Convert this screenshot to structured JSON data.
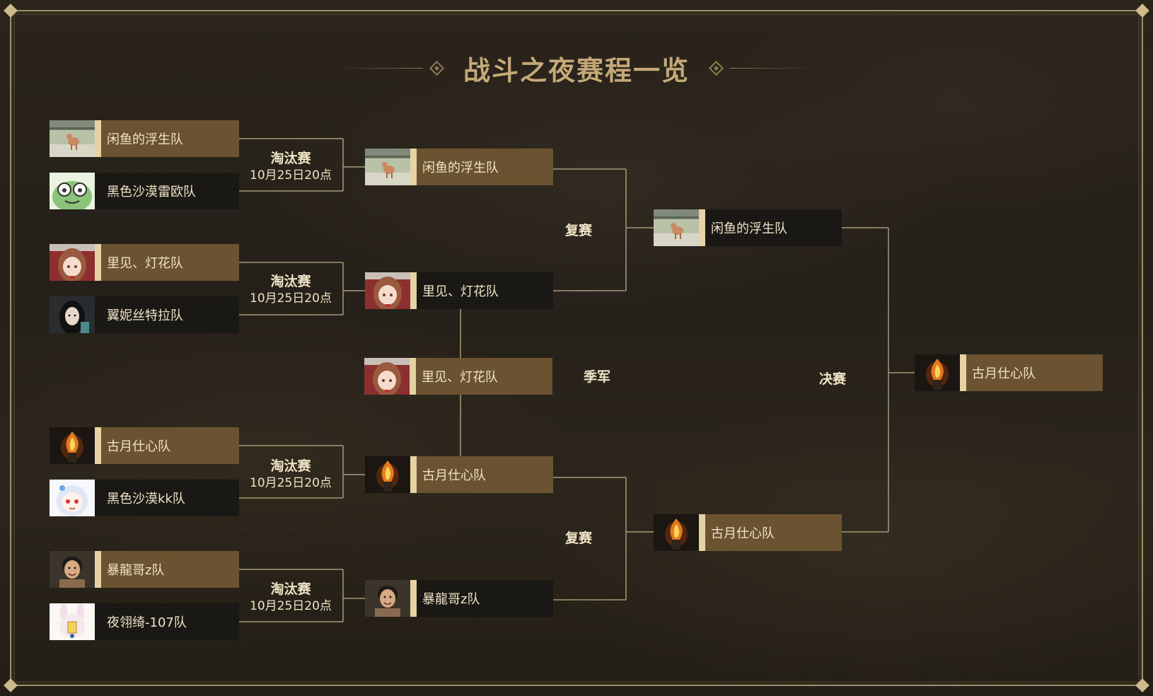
{
  "title": "战斗之夜赛程一览",
  "colors": {
    "card_gold": "#6b5230",
    "card_dark": "#191714",
    "accent_bar": "#e6d3a3",
    "line": "#a89a78",
    "title": "#c4a877"
  },
  "round1": [
    {
      "stage_label": "淘汰赛",
      "time": "10月25日20点",
      "top": {
        "name": "闲鱼的浮生队",
        "avatar": "dog-photo-avatar"
      },
      "bottom": {
        "name": "黑色沙漠雷欧队",
        "avatar": "green-frog-avatar"
      }
    },
    {
      "stage_label": "淘汰赛",
      "time": "10月25日20点",
      "top": {
        "name": "里见、灯花队",
        "avatar": "anime-girl-avatar"
      },
      "bottom": {
        "name": "翼妮丝特拉队",
        "avatar": "dark-hair-girl-avatar"
      }
    },
    {
      "stage_label": "淘汰赛",
      "time": "10月25日20点",
      "top": {
        "name": "古月仕心队",
        "avatar": "flame-figure-avatar"
      },
      "bottom": {
        "name": "黑色沙漠kk队",
        "avatar": "white-hair-chibi-avatar"
      }
    },
    {
      "stage_label": "淘汰赛",
      "time": "10月25日20点",
      "top": {
        "name": "暴龍哥z队",
        "avatar": "man-photo-avatar"
      },
      "bottom": {
        "name": "夜翎绮-107队",
        "avatar": "bunny-chibi-avatar"
      }
    }
  ],
  "round2": [
    {
      "name": "闲鱼的浮生队",
      "avatar": "dog-photo-avatar"
    },
    {
      "name": "里见、灯花队",
      "avatar": "anime-girl-avatar"
    },
    {
      "name": "古月仕心队",
      "avatar": "flame-figure-avatar"
    },
    {
      "name": "暴龍哥z队",
      "avatar": "man-photo-avatar"
    }
  ],
  "semi_labels": [
    "复赛",
    "复赛"
  ],
  "third_place": {
    "label": "季军",
    "team": {
      "name": "里见、灯花队",
      "avatar": "anime-girl-avatar"
    }
  },
  "semifinal_winners": [
    {
      "name": "闲鱼的浮生队",
      "avatar": "dog-photo-avatar"
    },
    {
      "name": "古月仕心队",
      "avatar": "flame-figure-avatar"
    }
  ],
  "final": {
    "label": "决赛",
    "champion": {
      "name": "古月仕心队",
      "avatar": "flame-figure-avatar"
    }
  }
}
